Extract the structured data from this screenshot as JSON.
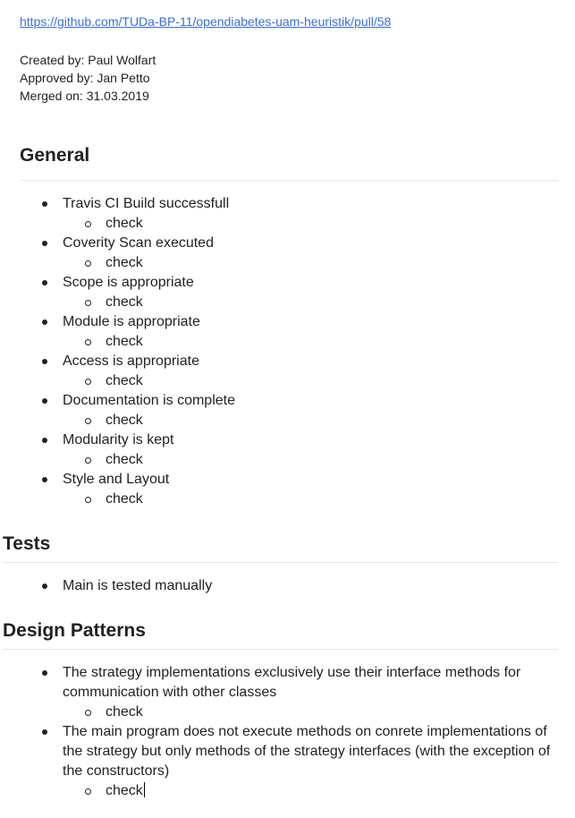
{
  "header": {
    "link": "https://github.com/TUDa-BP-11/opendiabetes-uam-heuristik/pull/58",
    "created_by": "Created by: Paul Wolfart",
    "approved_by": "Approved by: Jan Petto",
    "merged_on": "Merged on: 31.03.2019"
  },
  "sections": {
    "general": {
      "title": "General",
      "items": [
        {
          "label": "Travis CI Build successfull",
          "sub": "check"
        },
        {
          "label": "Coverity Scan executed",
          "sub": "check"
        },
        {
          "label": "Scope is appropriate",
          "sub": "check"
        },
        {
          "label": "Module is appropriate",
          "sub": "check"
        },
        {
          "label": "Access is appropriate",
          "sub": "check"
        },
        {
          "label": "Documentation is complete",
          "sub": "check"
        },
        {
          "label": "Modularity is kept",
          "sub": "check"
        },
        {
          "label": "Style and Layout",
          "sub": "check"
        }
      ]
    },
    "tests": {
      "title": "Tests",
      "items": [
        {
          "label": "Main is tested manually"
        }
      ]
    },
    "design_patterns": {
      "title": "Design Patterns",
      "items": [
        {
          "label": "The strategy implementations exclusively use their interface methods for communication with other classes",
          "sub": "check"
        },
        {
          "label": "The main program does not execute methods on conrete implementations of the strategy but only methods of the strategy interfaces (with the exception of the constructors)",
          "sub": "check"
        }
      ]
    }
  }
}
